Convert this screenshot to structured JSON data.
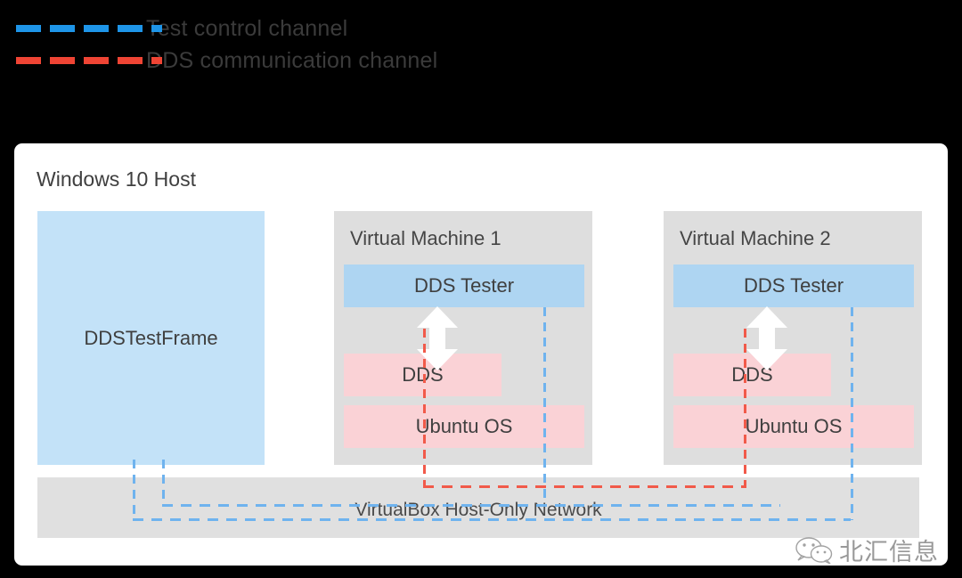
{
  "legend": {
    "items": [
      {
        "label": "Test control channel",
        "color": "#1e95e8",
        "style": "dashed",
        "icon": "dashed-line-icon"
      },
      {
        "label": "DDS communication channel",
        "color": "#ef4434",
        "style": "dashed",
        "icon": "dashed-line-icon"
      }
    ]
  },
  "diagram": {
    "host_title": "Windows 10 Host",
    "host_app": {
      "label": "DDSTestFrame",
      "color": "#c3e2f8"
    },
    "vms": [
      {
        "title": "Virtual Machine 1",
        "layers": [
          {
            "label": "DDS Tester",
            "color": "#aed5f2"
          },
          {
            "label": "DDS",
            "color": "#fad2d6"
          },
          {
            "label": "Ubuntu OS",
            "color": "#fad2d6"
          }
        ]
      },
      {
        "title": "Virtual Machine 2",
        "layers": [
          {
            "label": "DDS Tester",
            "color": "#aed5f2"
          },
          {
            "label": "DDS",
            "color": "#fad2d6"
          },
          {
            "label": "Ubuntu OS",
            "color": "#fad2d6"
          }
        ]
      }
    ],
    "network": {
      "label": "VirtualBox Host-Only Network",
      "color": "#e0e0e0"
    }
  },
  "watermark": {
    "text": "北汇信息",
    "icon": "wechat-icon"
  },
  "colors": {
    "background": "#000000",
    "card": "#ffffff",
    "vm_container": "#dedede",
    "blue_channel": "#6fb3ee",
    "red_channel": "#f15a4a",
    "text": "#3f3f3f"
  }
}
